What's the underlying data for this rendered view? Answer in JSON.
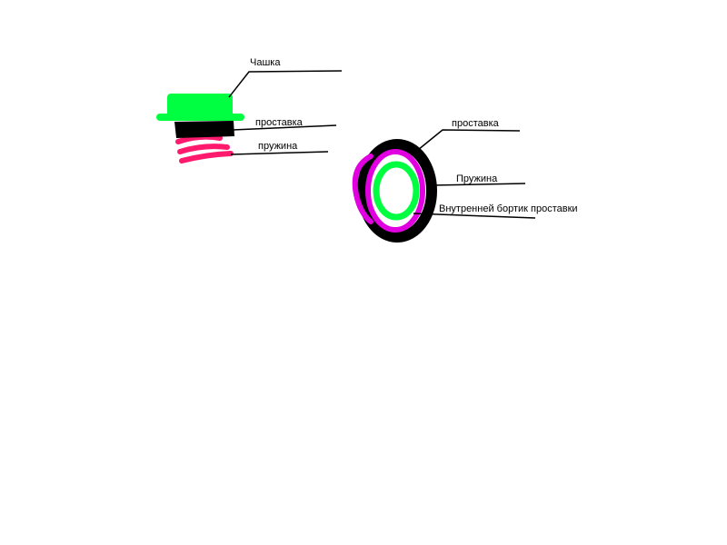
{
  "side_view": {
    "labels": {
      "cup": "Чашка",
      "spacer": "проставка",
      "spring": "пружина"
    }
  },
  "top_view": {
    "labels": {
      "spacer": "проставка",
      "spring": "Пружина",
      "inner_rim": "Внутренней бортик проставки"
    }
  },
  "colors": {
    "cup": "#00ff40",
    "spacer": "#000000",
    "spring_side": "#ff1a6e",
    "spring_top": "#e000e0",
    "inner_rim": "#00ff40",
    "leader_line": "#000000"
  }
}
